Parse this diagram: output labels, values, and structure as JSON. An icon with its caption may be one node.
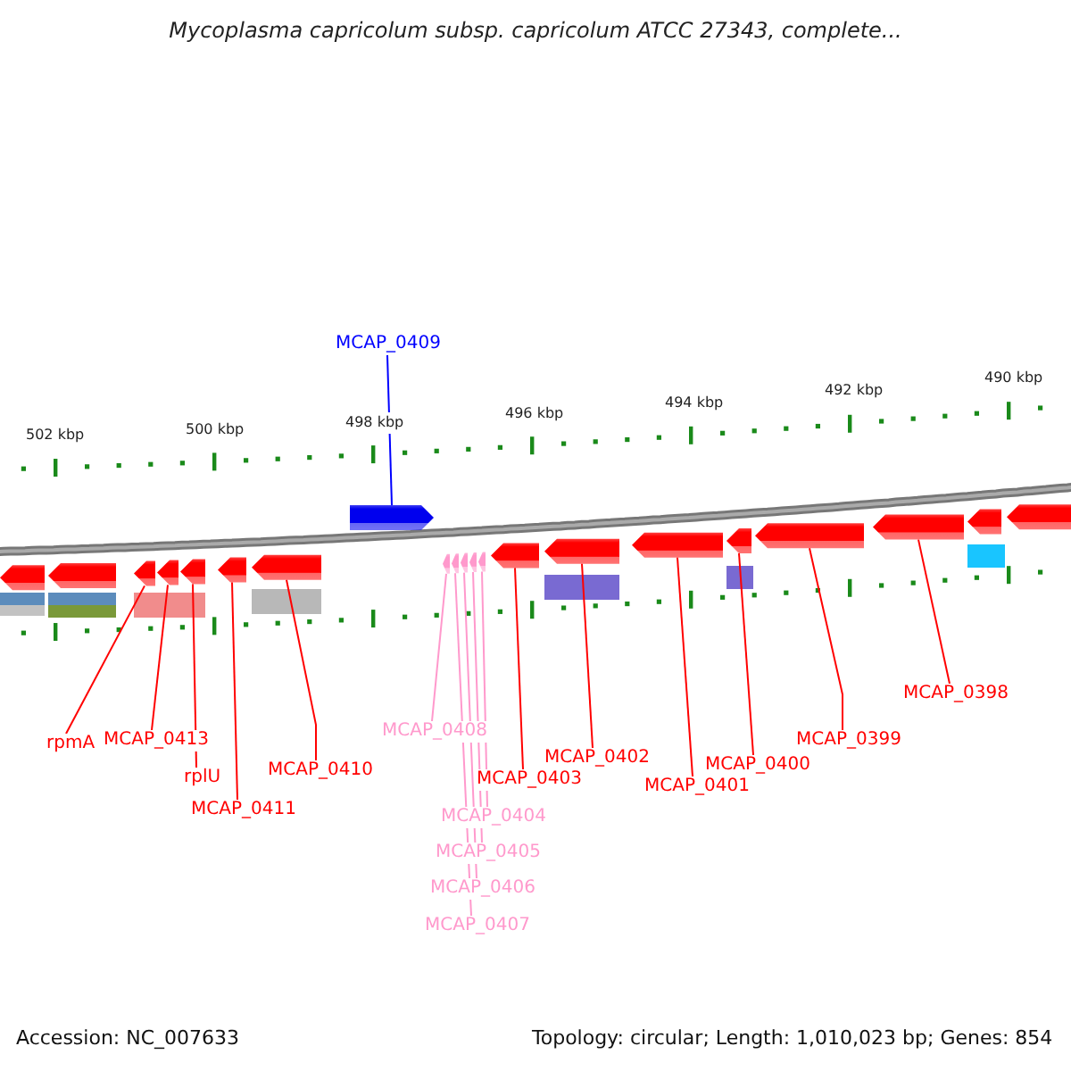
{
  "diagram": {
    "title": "Mycoplasma capricolum subsp. capricolum ATCC 27343, complete...",
    "nodes": [
      {
        "text": [
          "MCAP_0409"
        ]
      },
      {
        "text": [
          "MCAP_0398"
        ]
      },
      {
        "text": [
          "MCAP_0408"
        ]
      },
      {
        "text": [
          "MCAP_0413"
        ]
      },
      {
        "text": [
          "MCAP_0399"
        ]
      },
      {
        "text": [
          "rpmA"
        ]
      },
      {
        "text": [
          "MCAP_0402"
        ]
      },
      {
        "text": [
          "MCAP_0400"
        ]
      },
      {
        "text": [
          "MCAP_0410"
        ]
      },
      {
        "text": [
          "rplU"
        ]
      },
      {
        "text": [
          "MCAP_0403"
        ]
      },
      {
        "text": [
          "MCAP_0401"
        ]
      },
      {
        "text": [
          "MCAP_0411"
        ]
      },
      {
        "text": [
          "MCAP_0404"
        ]
      },
      {
        "text": [
          "MCAP_0405"
        ]
      },
      {
        "text": [
          "MCAP_0406"
        ]
      },
      {
        "text": [
          "MCAP_0407"
        ]
      },
      {
        "text": [],
        "shape": "pentagon"
      },
      {
        "text": [],
        "shape": "pentagon"
      },
      {
        "text": [],
        "shape": "pentagon"
      },
      {
        "text": [],
        "shape": "pentagon"
      },
      {
        "text": [],
        "shape": "pentagon"
      },
      {
        "text": [],
        "shape": "pentagon"
      },
      {
        "text": [],
        "shape": "pentagon"
      },
      {
        "text": [],
        "shape": "pentagon"
      },
      {
        "text": [],
        "shape": "pentagon"
      },
      {
        "text": [],
        "shape": "pentagon"
      },
      {
        "text": [],
        "shape": "pentagon"
      },
      {
        "text": [],
        "shape": "pentagon"
      },
      {
        "text": [],
        "shape": "pentagon"
      },
      {
        "text": [],
        "shape": "pentagon"
      },
      {
        "text": [],
        "shape": "pentagon"
      },
      {
        "text": [],
        "shape": "pentagon"
      },
      {
        "text": [],
        "shape": "pentagon"
      },
      {
        "text": [],
        "shape": "pentagon"
      },
      {
        "text": [],
        "shape": "pentagon"
      },
      {
        "text": [],
        "shape": "pentagon"
      },
      {
        "text": [],
        "shape": "pentagon"
      }
    ],
    "edges": [
      {
        "from": 0,
        "to": 24,
        "arrow": "none",
        "color": "#0000ff"
      },
      {
        "from": 5,
        "to": 19,
        "arrow": "none"
      },
      {
        "from": 3,
        "to": 20,
        "arrow": "none"
      },
      {
        "from": 9,
        "to": 21,
        "arrow": "none"
      },
      {
        "from": 12,
        "to": 22,
        "arrow": "none"
      },
      {
        "from": 8,
        "to": 23,
        "arrow": "none"
      },
      {
        "from": 2,
        "to": 25,
        "arrow": "none",
        "color": "#ff99cc"
      },
      {
        "from": 16,
        "to": 26,
        "arrow": "none",
        "color": "#ff99cc"
      },
      {
        "from": 15,
        "to": 27,
        "arrow": "none",
        "color": "#ff99cc"
      },
      {
        "from": 14,
        "to": 28,
        "arrow": "none",
        "color": "#ff99cc"
      },
      {
        "from": 13,
        "to": 29,
        "arrow": "none",
        "color": "#ff99cc"
      },
      {
        "from": 10,
        "to": 30,
        "arrow": "none"
      },
      {
        "from": 6,
        "to": 31,
        "arrow": "none"
      },
      {
        "from": 11,
        "to": 32,
        "arrow": "none"
      },
      {
        "from": 7,
        "to": 33,
        "arrow": "none"
      },
      {
        "from": 4,
        "to": 34,
        "arrow": "none"
      },
      {
        "from": 1,
        "to": 35,
        "arrow": "none"
      }
    ],
    "labels": [
      "502 kbp",
      "500 kbp",
      "498 kbp",
      "496 kbp",
      "494 kbp",
      "492 kbp",
      "490 kbp",
      "Accession: NC_007633",
      "Topology: circular; Length: 1,010,023 bp; Genes: 854"
    ]
  }
}
